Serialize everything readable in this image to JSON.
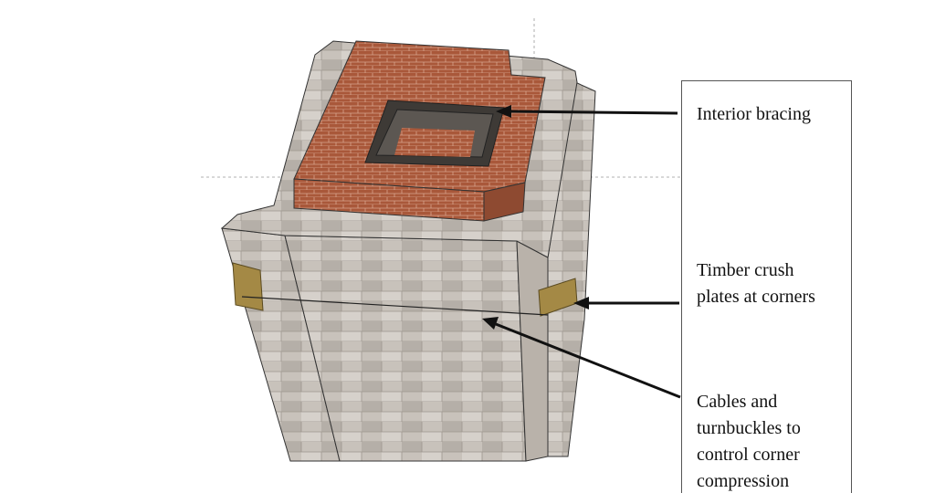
{
  "labels": {
    "interior_bracing": "Interior bracing",
    "timber_plates": [
      "Timber crush",
      "plates at corners"
    ],
    "cables": [
      "Cables and",
      "turnbuckles to",
      "control corner",
      "compression"
    ]
  },
  "colors": {
    "brick": "#a4563a",
    "stone": "#c9c3bc",
    "timber": "#a48945",
    "arrow": "#111111"
  }
}
